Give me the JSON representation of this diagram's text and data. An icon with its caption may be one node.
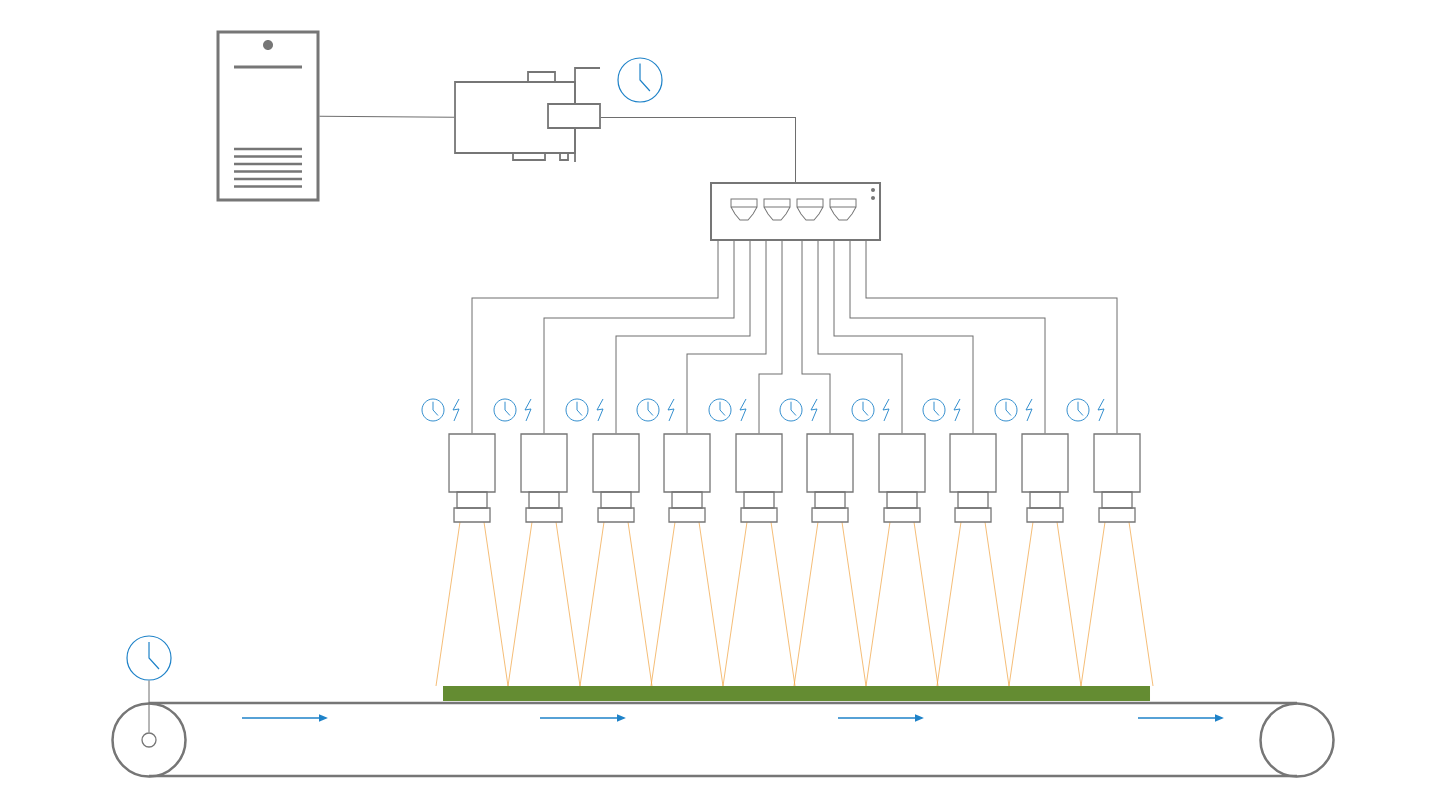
{
  "diagram": {
    "nodes": [
      {
        "text": [],
        "shape": "box"
      },
      {
        "text": [],
        "shape": "box"
      },
      {
        "text": [],
        "shape": "box"
      },
      {
        "text": [],
        "shape": "box"
      },
      {
        "text": [],
        "shape": "box"
      },
      {
        "text": [],
        "shape": "box"
      },
      {
        "text": [],
        "shape": "box"
      },
      {
        "text": [],
        "shape": "box"
      },
      {
        "text": [],
        "shape": "box"
      },
      {
        "text": [],
        "shape": "box"
      },
      {
        "text": [],
        "shape": "box"
      },
      {
        "text": [],
        "shape": "box"
      },
      {
        "text": [],
        "shape": "box"
      },
      {
        "text": [],
        "shape": "circle"
      },
      {
        "text": [],
        "shape": "circle"
      }
    ],
    "edges": [
      {
        "from": 0,
        "to": 1,
        "arrow": "none"
      },
      {
        "from": 1,
        "to": 2,
        "arrow": "none"
      },
      {
        "from": 2,
        "to": 3,
        "arrow": "none"
      },
      {
        "from": 2,
        "to": 4,
        "arrow": "none"
      },
      {
        "from": 2,
        "to": 5,
        "arrow": "none"
      },
      {
        "from": 2,
        "to": 6,
        "arrow": "none"
      },
      {
        "from": 2,
        "to": 7,
        "arrow": "none"
      },
      {
        "from": 2,
        "to": 8,
        "arrow": "none"
      },
      {
        "from": 2,
        "to": 9,
        "arrow": "none"
      },
      {
        "from": 2,
        "to": 10,
        "arrow": "none"
      },
      {
        "from": 2,
        "to": 11,
        "arrow": "none"
      },
      {
        "from": 2,
        "to": 12,
        "arrow": "none"
      },
      {
        "from": 13,
        "to": 14,
        "arrow": "none"
      }
    ]
  }
}
